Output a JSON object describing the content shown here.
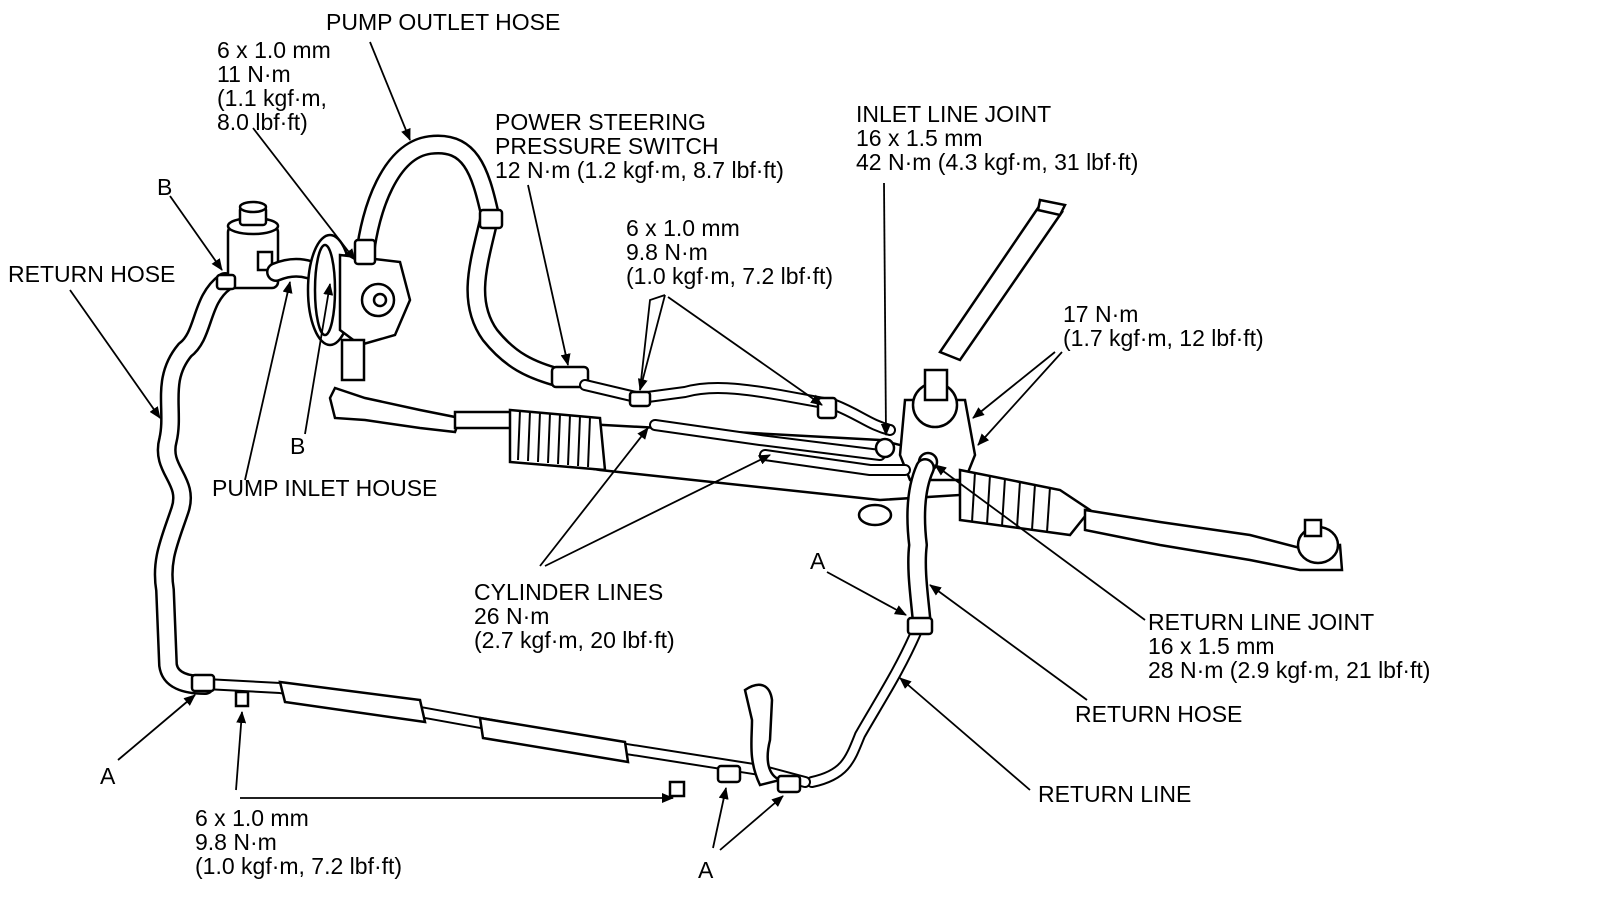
{
  "labels": {
    "pump_outlet_hose": "PUMP OUTLET HOSE",
    "bolt_pump": {
      "size": "6 x 1.0 mm",
      "torque": "11 N·m",
      "kgf": "(1.1 kgf·m,",
      "lbf": "8.0 lbf·ft)"
    },
    "ps_switch": {
      "l1": "POWER STEERING",
      "l2": "PRESSURE SWITCH",
      "l3": "12 N·m (1.2 kgf·m, 8.7 lbf·ft)"
    },
    "inlet_line_joint": {
      "l1": "INLET LINE JOINT",
      "l2": "16 x 1.5 mm",
      "l3": "42 N·m (4.3 kgf·m, 31 lbf·ft)"
    },
    "bolt_upper": {
      "l1": "6 x 1.0 mm",
      "l2": "9.8 N·m",
      "l3": "(1.0 kgf·m, 7.2 lbf·ft)"
    },
    "nut_17": {
      "l1": "17 N·m",
      "l2": "(1.7 kgf·m, 12 lbf·ft)"
    },
    "b_top": "B",
    "b_bottom": "B",
    "return_hose_left": "RETURN HOSE",
    "pump_inlet_house": "PUMP INLET HOUSE",
    "cylinder_lines": {
      "l1": "CYLINDER LINES",
      "l2": "26 N·m",
      "l3": "(2.7 kgf·m, 20 lbf·ft)"
    },
    "a_mid": "A",
    "return_line_joint": {
      "l1": "RETURN LINE JOINT",
      "l2": "16 x 1.5 mm",
      "l3": "28 N·m (2.9 kgf·m, 21 lbf·ft)"
    },
    "return_hose_right": "RETURN HOSE",
    "return_line": "RETURN LINE",
    "a_left": "A",
    "bolt_lower": {
      "l1": "6 x 1.0 mm",
      "l2": "9.8 N·m",
      "l3": "(1.0 kgf·m, 7.2 lbf·ft)"
    },
    "a_bottom": "A"
  }
}
